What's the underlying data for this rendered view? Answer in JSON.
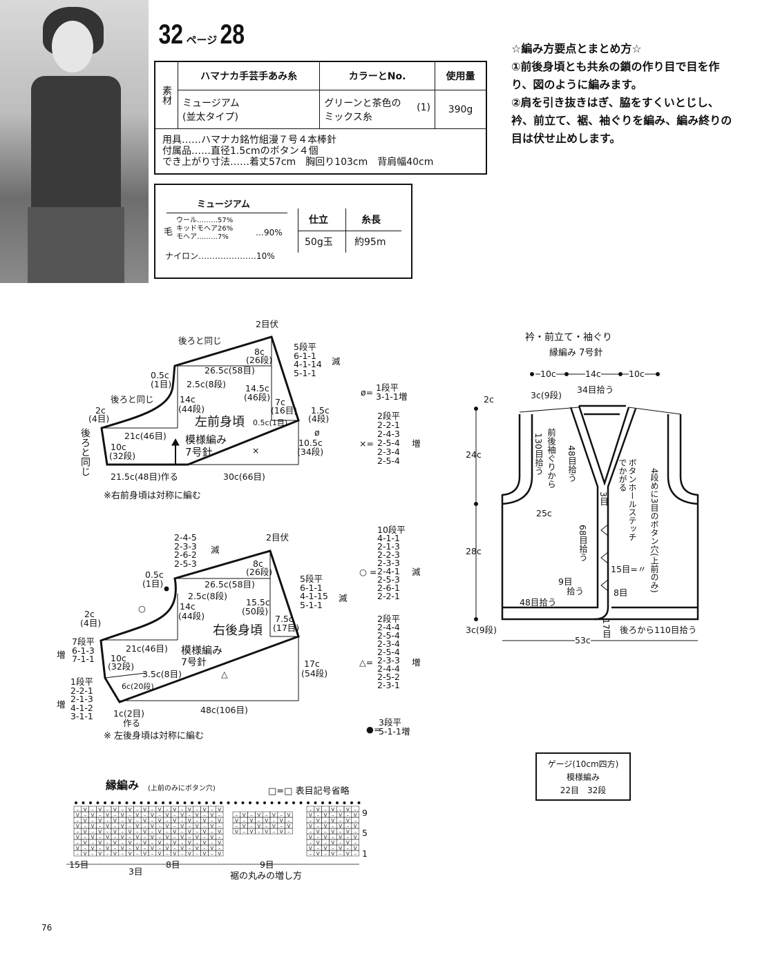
{
  "header": {
    "page_ref_num": "32",
    "page_ref_word": "ページ",
    "pattern_no": "28"
  },
  "materials": {
    "side_label": "素材",
    "col_yarn": "ハマナカ手芸手あみ糸",
    "col_color": "カラーとNo.",
    "col_amount": "使用量",
    "yarn_name": "ミュージアム",
    "yarn_type": "(並太タイプ)",
    "color_line1": "グリーンと茶色の",
    "color_line2": "ミックス糸",
    "color_no": "(1)",
    "amount": "390g",
    "tools": "用具……ハマナカ銘竹組漫７号４本棒針",
    "accessories": "付属品……直径1.5cmのボタン４個",
    "size_label": "でき上がり寸法……着丈57cm",
    "chest": "胸回り103cm",
    "shoulder": "背肩幅40cm"
  },
  "yarn_info": {
    "name": "ミュージアム",
    "wool_prefix": "毛",
    "wool": "ウール………57%",
    "kid_mohair": "キッドモヘア26%",
    "mohair": "モヘア………7%",
    "wool_total": "…90%",
    "nylon": "ナイロン…………………10%",
    "col_put": "仕立",
    "col_len": "糸長",
    "put": "50g玉",
    "len": "約95m"
  },
  "instructions": {
    "heading": "☆編み方要点とまとめ方☆",
    "step1": "①前後身頃とも共糸の鎖の作り目で目を作り、図のように編みます。",
    "step2": "②肩を引き抜きはぎ、脇をすくいとじし、衿、前立て、裾、袖ぐりを編み、編み終りの目は伏せ止めします。"
  },
  "front": {
    "title": "左前身頃",
    "stitch": "模様編み",
    "needle": "7号針",
    "l_bind": "2目伏",
    "l_same1": "後ろと同じ",
    "l_8c": "8c",
    "l_26": "(26段)",
    "l_05c": "0.5c",
    "l_1me": "(1目)",
    "l_265": "26.5c(58目)",
    "l_25c": "2.5c(8段)",
    "l_145": "14.5c",
    "l_46dan": "(46段)",
    "l_same2": "後ろと同じ",
    "l_14c": "14c",
    "l_44": "(44段)",
    "l_7c": "7c",
    "l_16": "(16目)",
    "l_2c": "2c",
    "l_4me": "(4目)",
    "l_05c1": "0.5c(1目)",
    "l_15c": "1.5c",
    "l_4dan": "(4段)",
    "l_21c": "21c(46目)",
    "l_10c": "10c",
    "l_32": "(32段)",
    "l_same3": "後ろと同じ",
    "l_105": "10.5c",
    "l_34": "(34段)",
    "l_x": "×",
    "l_phi": "ø",
    "l_215": "21.5c(48目)作る",
    "l_30c": "30c(66目)",
    "dec": [
      "5段平",
      "6-1-1",
      "4-1-14",
      "5-1-1"
    ],
    "dec_label": "減",
    "note": "※右前身頃は対称に編む",
    "phi_def_sym": "ø=",
    "phi_def": [
      "1段平",
      "3-1-1増"
    ],
    "x_def_sym": "×=",
    "x_def": [
      "2段平",
      "2-2-1",
      "2-4-3",
      "2-5-4",
      "2-3-4",
      "2-5-4"
    ],
    "x_def_label": "増"
  },
  "back": {
    "title": "右後身頃",
    "stitch": "模様編み",
    "needle": "7号針",
    "neck_dec": [
      "2-4-5",
      "2-3-3",
      "2-6-2",
      "2-5-3"
    ],
    "neck_dec_label": "減",
    "l_bind": "2目伏",
    "l_8c": "8c",
    "l_26": "(26段)",
    "l_05c": "0.5c",
    "l_1me": "(1目)",
    "l_265": "26.5c(58目)",
    "l_25c": "2.5c(8段)",
    "l_14c": "14c",
    "l_44": "(44段)",
    "l_155": "15.5c",
    "l_50": "(50段)",
    "l_75": "7.5c",
    "l_17": "(17目)",
    "l_2c": "2c",
    "l_4me": "(4目)",
    "l_circle": "○",
    "l_21c": "21c(46目)",
    "l_10c": "10c",
    "l_32": "(32段)",
    "l_35c": "3.5c(8目)",
    "l_6c": "6c(20段)",
    "l_tri": "△",
    "l_17c": "17c",
    "l_54": "(54段)",
    "l_48c": "48c(106目)",
    "l_1c": "1c(2目)",
    "l_make": "作る",
    "inc1": [
      "7段平",
      "6-1-3",
      "7-1-1"
    ],
    "inc_label": "増",
    "inc2": [
      "1段平",
      "2-2-1",
      "2-1-3",
      "4-1-2",
      "3-1-1"
    ],
    "dec": [
      "5段平",
      "6-1-1",
      "4-1-15",
      "5-1-1"
    ],
    "dec_label": "減",
    "note": "※ 左後身頃は対称に編む",
    "circle_def_sym": "○ =",
    "circle_def": [
      "10段平",
      "4-1-1",
      "2-1-3",
      "2-2-3",
      "2-3-3",
      "2-4-1",
      "2-5-3",
      "2-6-1",
      "2-2-1"
    ],
    "circle_label": "減",
    "tri_def_sym": "△=",
    "tri_def": [
      "2段平",
      "2-4-4",
      "2-5-4",
      "2-3-4",
      "2-5-4",
      "2-3-3",
      "2-4-4",
      "2-5-2",
      "2-3-1"
    ],
    "tri_label": "増",
    "dot_def_sym": "●=",
    "dot_def": [
      "3段平",
      "5-1-1増"
    ]
  },
  "vest": {
    "title": "衿・前立て・袖ぐり",
    "subtitle": "縁編み 7号針",
    "w1": "10c",
    "w2": "14c",
    "w3": "10c",
    "l_2c": "2c",
    "l_3c9": "3c(9段)",
    "l_34": "34目拾う",
    "l_130": "130目拾う",
    "l_sleeve": "前後袖ぐりから",
    "l_48": "48目拾う",
    "l_24c": "24c",
    "l_28c": "28c",
    "l_25c": "25c",
    "l_3me": "3目",
    "l_button": "4段めに3目のボタン穴(上前のみ)",
    "l_stitch": "ボタンホールステッチでかがる",
    "l_68": "68目拾う",
    "l_15": "15目=〃",
    "l_9": "9目",
    "l_9b": "拾う",
    "l_8": "8目",
    "l_48b": "48目拾う",
    "l_3c9b": "3c(9段)",
    "l_17": "17目",
    "l_110": "後ろから110目拾う",
    "l_53": "53c"
  },
  "gauge": {
    "title": "ゲージ(10cm四方)",
    "stitch": "模様編み",
    "value": "22目　32段"
  },
  "edge_chart": {
    "title": "縁編み",
    "sub": "(上前のみにボタン穴)",
    "legend": "□=□ 表目記号省略",
    "rows": [
      "9",
      "5",
      "1"
    ],
    "c15": "15目",
    "c3": "3目",
    "c8": "8目",
    "c9": "9目",
    "caption": "裾の丸みの増し方"
  },
  "page_number": "76"
}
